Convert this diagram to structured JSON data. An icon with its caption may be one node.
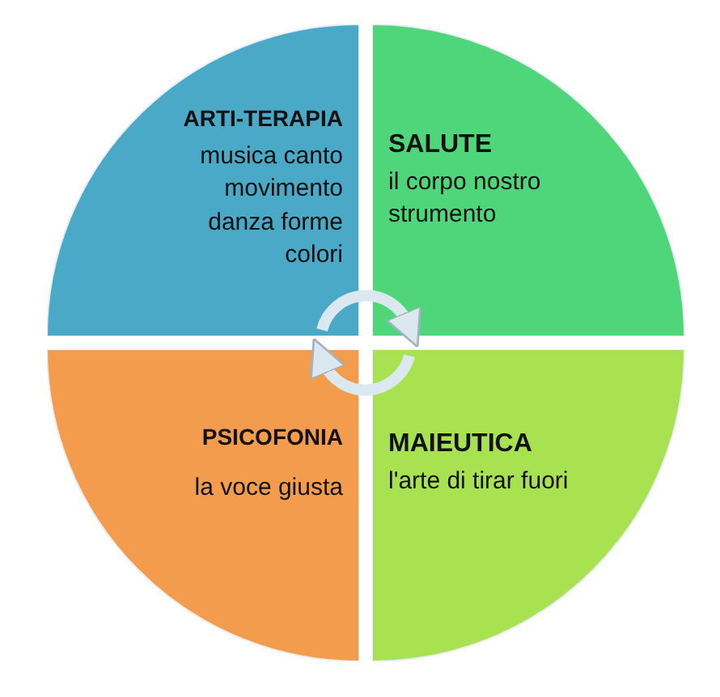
{
  "diagram": {
    "nodes": [
      {
        "text": [
          "ARTI-TERAPIA",
          "musica canto movimento danza forme colori"
        ]
      },
      {
        "text": [
          "SALUTE",
          "il corpo nostro strumento"
        ]
      },
      {
        "text": [
          "PSICOFONIA",
          "la voce giusta"
        ]
      },
      {
        "text": [
          "MAIEUTICA",
          "l'arte di tirar fuori"
        ]
      }
    ],
    "edges": [
      {
        "from": 0,
        "to": 1,
        "arrow": "to"
      },
      {
        "from": 3,
        "to": 2,
        "arrow": "to"
      }
    ]
  }
}
